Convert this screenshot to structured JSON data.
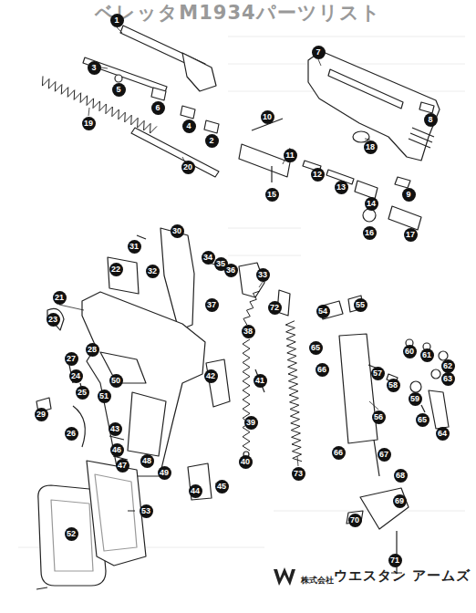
{
  "diagram": {
    "title": "ベレッタM1934パーツリスト",
    "labels": [
      "1",
      "2",
      "3",
      "4",
      "5",
      "6",
      "7",
      "8",
      "9",
      "10",
      "11",
      "12",
      "13",
      "14",
      "15",
      "16",
      "17",
      "18",
      "19",
      "20",
      "21",
      "22",
      "23",
      "24",
      "25",
      "26",
      "27",
      "28",
      "29",
      "30",
      "31",
      "32",
      "33",
      "34",
      "35",
      "36",
      "37",
      "38",
      "39",
      "40",
      "41",
      "42",
      "43",
      "44",
      "45",
      "46",
      "47",
      "48",
      "49",
      "50",
      "51",
      "52",
      "53",
      "54",
      "55",
      "56",
      "57",
      "58",
      "59",
      "60",
      "61",
      "62",
      "63",
      "64",
      "65",
      "65",
      "66",
      "66",
      "67",
      "68",
      "69",
      "70",
      "71",
      "72",
      "73",
      "株式会社",
      "ウエスタン アームズ"
    ]
  }
}
